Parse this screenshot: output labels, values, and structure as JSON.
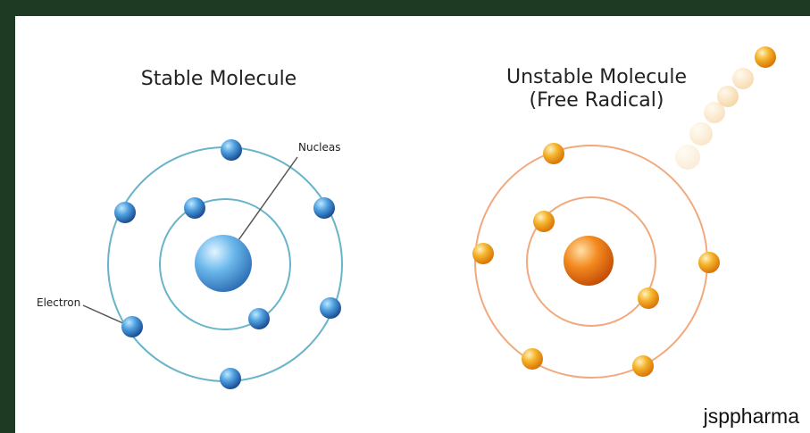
{
  "colors": {
    "background": "#1e3a22",
    "stable_accent": "#3b7fbf",
    "unstable_accent": "#f5a623"
  },
  "stable": {
    "title": "Stable Molecule",
    "nucleus_label": "Nucleas",
    "electron_label": "Electron",
    "electron_count": 8
  },
  "unstable": {
    "title_line1": "Unstable Molecule",
    "title_line2": "(Free Radical)",
    "electron_count": 7,
    "escaping_electron_count": 1
  },
  "watermark": "jsppharma",
  "icons": [
    "nucleus-icon",
    "electron-icon",
    "orbit-ring-icon"
  ]
}
